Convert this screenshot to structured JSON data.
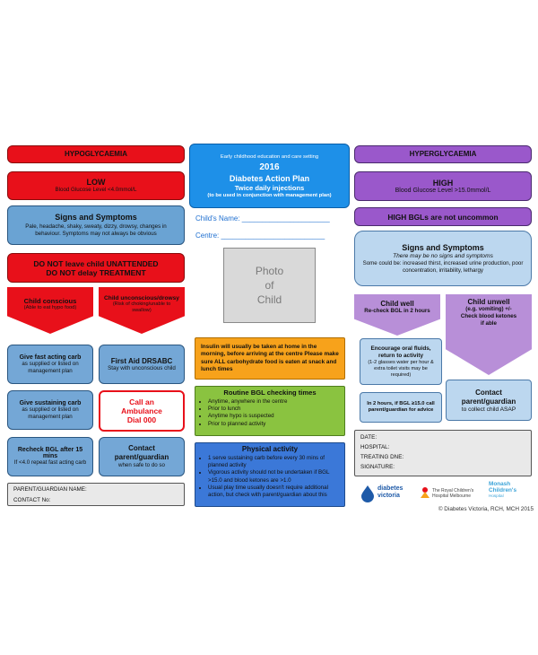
{
  "left": {
    "header": "HYPOGLYCAEMIA",
    "low_title": "LOW",
    "low_sub": "Blood Glucose Level <4.0mmol/L",
    "signs_title": "Signs and Symptoms",
    "signs_text": "Pale, headache, shaky, sweaty, dizzy, drowsy, changes in behaviour. Symptoms may not always be obvious",
    "treatment_line1": "DO NOT leave child UNATTENDED",
    "treatment_line2": "DO NOT delay TREATMENT",
    "conscious_title": "Child conscious",
    "conscious_sub": "(Able to eat hypo food)",
    "unconscious_title": "Child unconscious/drowsy",
    "unconscious_sub": "(Risk of choking/unable to swallow)",
    "fast_carb_title": "Give fast acting carb",
    "fast_carb_sub": "as supplied or listed on management plan",
    "sustaining_title": "Give sustaining carb",
    "sustaining_sub": "as supplied or listed on management plan",
    "recheck_title": "Recheck BGL after 15 mins",
    "recheck_sub": "If <4.0 repeat fast acting carb",
    "first_aid_title": "First Aid DRSABC",
    "first_aid_sub": "Stay with unconscious child",
    "ambulance_line1": "Call an",
    "ambulance_line2": "Ambulance",
    "ambulance_line3": "Dial 000",
    "contact_title": "Contact parent/guardian",
    "contact_sub": "when safe to do so",
    "parent_label": "PARENT/GUARDIAN NAME:",
    "contact_no_label": "CONTACT No:"
  },
  "middle": {
    "setting": "Early childhood education and care setting",
    "year": "2016",
    "plan_title": "Diabetes Action Plan",
    "injections": "Twice daily injections",
    "conjunction": "(to be used in conjunction with management plan)",
    "childs_name_label": "Child's Name: ______________________",
    "centre_label": "Centre: __________________________",
    "photo_line1": "Photo",
    "photo_line2": "of",
    "photo_line3": "Child",
    "insulin_text": "Insulin will usually be taken at home in the morning, before arriving at the centre Please make sure ALL carbohydrate food is eaten at snack and lunch times",
    "routine_title": "Routine BGL checking times",
    "routine_items": [
      "Anytime, anywhere in the centre",
      "Prior to lunch",
      "Anytime hypo is suspected",
      "Prior to planned activity"
    ],
    "activity_title": "Physical activity",
    "activity_items": [
      "1 serve sustaining carb before every 30 mins of planned activity",
      "Vigorous activity should not be undertaken if BGL >15.0 and blood ketones are >1.0",
      "Usual play time usually doesn't require additional action, but check with parent/guardian about this"
    ]
  },
  "right": {
    "header": "HYPERGLYCAEMIA",
    "high_title": "HIGH",
    "high_sub": "Blood Glucose Level >15.0mmol/L",
    "not_uncommon": "HIGH BGLs are not uncommon",
    "signs_title": "Signs and Symptoms",
    "signs_sub": "There may be no signs and symptoms",
    "signs_text": "Some could be: increased thirst, increased urine production, poor concentration, irritability, lethargy",
    "well_title": "Child well",
    "well_sub": "Re-check BGL in 2 hours",
    "unwell_title": "Child unwell",
    "unwell_sub1": "(e.g. vomiting) +/-",
    "unwell_sub2": "Check blood ketones if able",
    "fluids_title": "Encourage oral fluids, return to activity",
    "fluids_sub": "(1-2 glasses water per hour & extra toilet visits may be required)",
    "two_hours": "In 2 hours, if BGL ≥15.0 call parent/guardian for advice",
    "contact_title": "Contact parent/guardian",
    "contact_sub": "to collect child ASAP",
    "date_label": "DATE:",
    "hospital_label": "HOSPITAL:",
    "treating_label": "TREATING DNE:",
    "signature_label": "SIGNATURE:",
    "logo_diabetes_1": "diabetes",
    "logo_diabetes_2": "victoria",
    "logo_rch_1": "The Royal Children's",
    "logo_rch_2": "Hospital Melbourne",
    "logo_monash_1": "Monash",
    "logo_monash_2": "Children's",
    "logo_monash_3": "Hospital",
    "copyright": "© Diabetes Victoria, RCH, MCH 2015"
  },
  "colors": {
    "hypo_red": "#e8101a",
    "hyper_purple": "#9a58cb",
    "middle_blue": "#1e90e8",
    "insulin_orange": "#f7a21b",
    "routine_green": "#8ac340",
    "activity_blue": "#3b78d8"
  }
}
